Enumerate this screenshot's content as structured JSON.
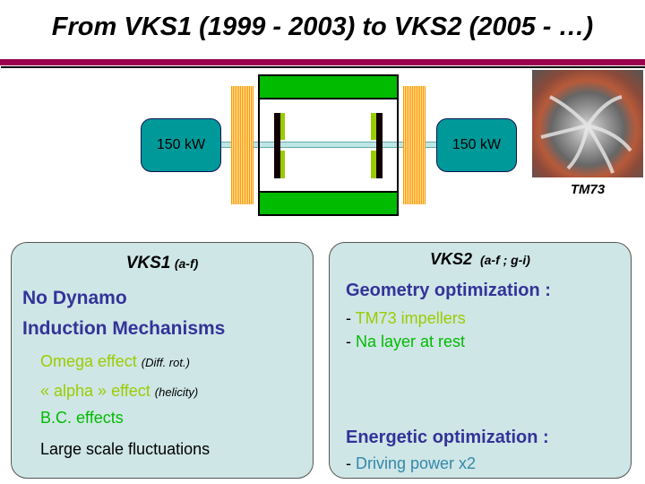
{
  "title": "From VKS1 (1999 - 2003) to VKS2 (2005 - …)",
  "diagram": {
    "motor_left": "150 kW",
    "motor_right": "150 kW",
    "photo_caption": "TM73"
  },
  "vks1": {
    "heading": "VKS1",
    "heading_ref": "(a-f)",
    "line1": "No Dynamo",
    "line2": "Induction Mechanisms",
    "omega": "Omega effect",
    "omega_note": "(Diff. rot.)",
    "alpha": "« alpha » effect",
    "alpha_note": "(helicity)",
    "bc": "B.C. effects",
    "large": "Large scale fluctuations"
  },
  "vks2": {
    "heading": "VKS2",
    "heading_ref": "(a-f ; g-i)",
    "geom": "Geometry optimization :",
    "dash": "- ",
    "item1": "TM73 impellers",
    "item2": "Na layer at rest",
    "energ": "Energetic optimization :",
    "item3": "Driving power x2"
  },
  "colors": {
    "navy": "#333399",
    "yellowgreen": "#99cc00",
    "green": "#00bb00",
    "teal": "#009999",
    "maroon": "#99004d"
  }
}
